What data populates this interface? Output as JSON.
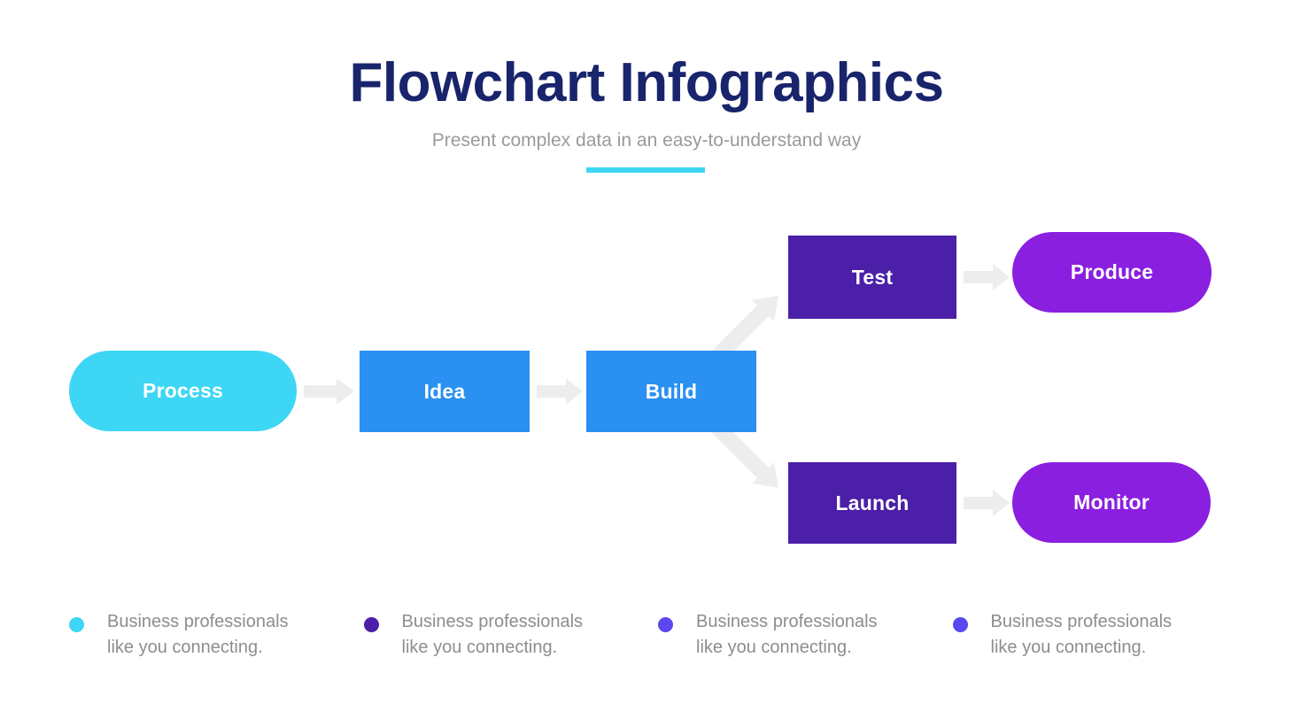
{
  "header": {
    "title": "Flowchart Infographics",
    "subtitle": "Present complex data in an easy-to-understand way",
    "divider_color": "#3DD6F5",
    "title_color": "#18246B",
    "subtitle_color": "#9A9A9A"
  },
  "diagram": {
    "type": "flowchart",
    "arrow_color": "#EDEDED",
    "nodes": [
      {
        "id": "process",
        "label": "Process",
        "shape": "pill",
        "color": "#3DD6F5"
      },
      {
        "id": "idea",
        "label": "Idea",
        "shape": "rect",
        "color": "#2A90F2"
      },
      {
        "id": "build",
        "label": "Build",
        "shape": "rect",
        "color": "#2A90F2"
      },
      {
        "id": "test",
        "label": "Test",
        "shape": "rect",
        "color": "#4B1FA8"
      },
      {
        "id": "produce",
        "label": "Produce",
        "shape": "pill",
        "color": "#8B1FE0"
      },
      {
        "id": "launch",
        "label": "Launch",
        "shape": "rect",
        "color": "#4B1FA8"
      },
      {
        "id": "monitor",
        "label": "Monitor",
        "shape": "pill",
        "color": "#8B1FE0"
      }
    ],
    "edges": [
      {
        "from": "process",
        "to": "idea",
        "direction": "right"
      },
      {
        "from": "idea",
        "to": "build",
        "direction": "right"
      },
      {
        "from": "build",
        "to": "test",
        "direction": "up-right"
      },
      {
        "from": "test",
        "to": "produce",
        "direction": "right"
      },
      {
        "from": "build",
        "to": "launch",
        "direction": "down-right"
      },
      {
        "from": "launch",
        "to": "monitor",
        "direction": "right"
      }
    ]
  },
  "legend": {
    "items": [
      {
        "color": "#3DD6F5",
        "text": "Business professionals like you connecting."
      },
      {
        "color": "#4B1FA8",
        "text": "Business professionals like you connecting."
      },
      {
        "color": "#5B47F0",
        "text": "Business professionals like you connecting."
      },
      {
        "color": "#5B47F0",
        "text": "Business professionals like you connecting."
      }
    ]
  }
}
